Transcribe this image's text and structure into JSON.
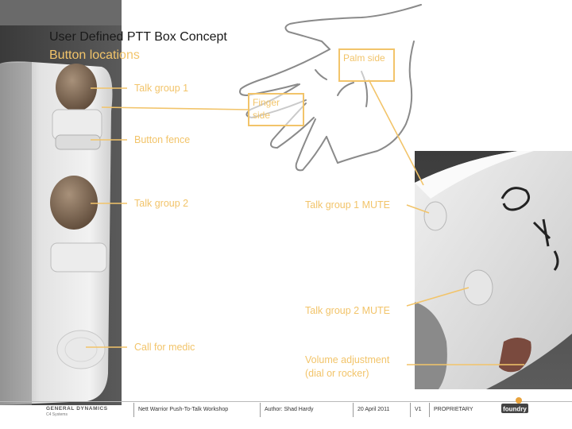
{
  "slide": {
    "title": "User Defined PTT Box Concept",
    "subtitle": "Button locations"
  },
  "callouts": {
    "palm_side": "Palm side",
    "finger_side": "Finger side"
  },
  "labels": {
    "talk_group_1": "Talk group 1",
    "button_fence": "Button fence",
    "talk_group_2": "Talk group 2",
    "call_for_medic": "Call for medic",
    "talk_group_1_mute": "Talk group 1 MUTE",
    "talk_group_2_mute": "Talk group 2 MUTE",
    "volume_adjustment": "Volume adjustment (dial or rocker)"
  },
  "footer": {
    "company": "GENERAL DYNAMICS",
    "division": "C4 Systems",
    "workshop": "Nett Warrior Push-To-Talk Workshop",
    "author": "Author: Shad Hardy",
    "date": "20 April 2011",
    "version": "V1",
    "classification": "PROPRIETARY",
    "brand": "foundry"
  },
  "colors": {
    "accent": "#f2c46a",
    "title": "#1a1a1a"
  }
}
